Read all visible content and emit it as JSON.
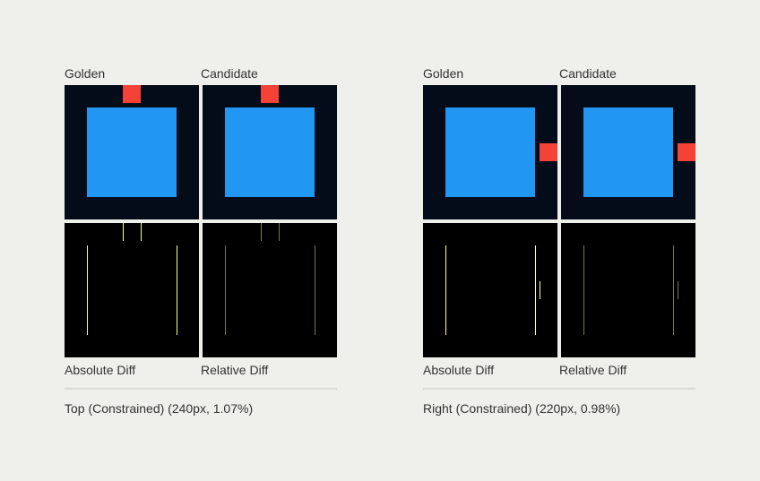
{
  "comparisons": [
    {
      "golden_label": "Golden",
      "candidate_label": "Candidate",
      "absolute_label": "Absolute Diff",
      "relative_label": "Relative Diff",
      "caption": "Top (Constrained) (240px, 1.07%)"
    },
    {
      "golden_label": "Golden",
      "candidate_label": "Candidate",
      "absolute_label": "Absolute Diff",
      "relative_label": "Relative Diff",
      "caption": "Right (Constrained) (220px, 0.98%)"
    }
  ],
  "colors": {
    "background": "#efefeb",
    "render_background": "#040b19",
    "diff_background": "#000000",
    "box": "#2196f3",
    "marker": "#f44336",
    "absolute_diff_line": "#ffff8a",
    "relative_diff_line": "#7a7a3c"
  }
}
